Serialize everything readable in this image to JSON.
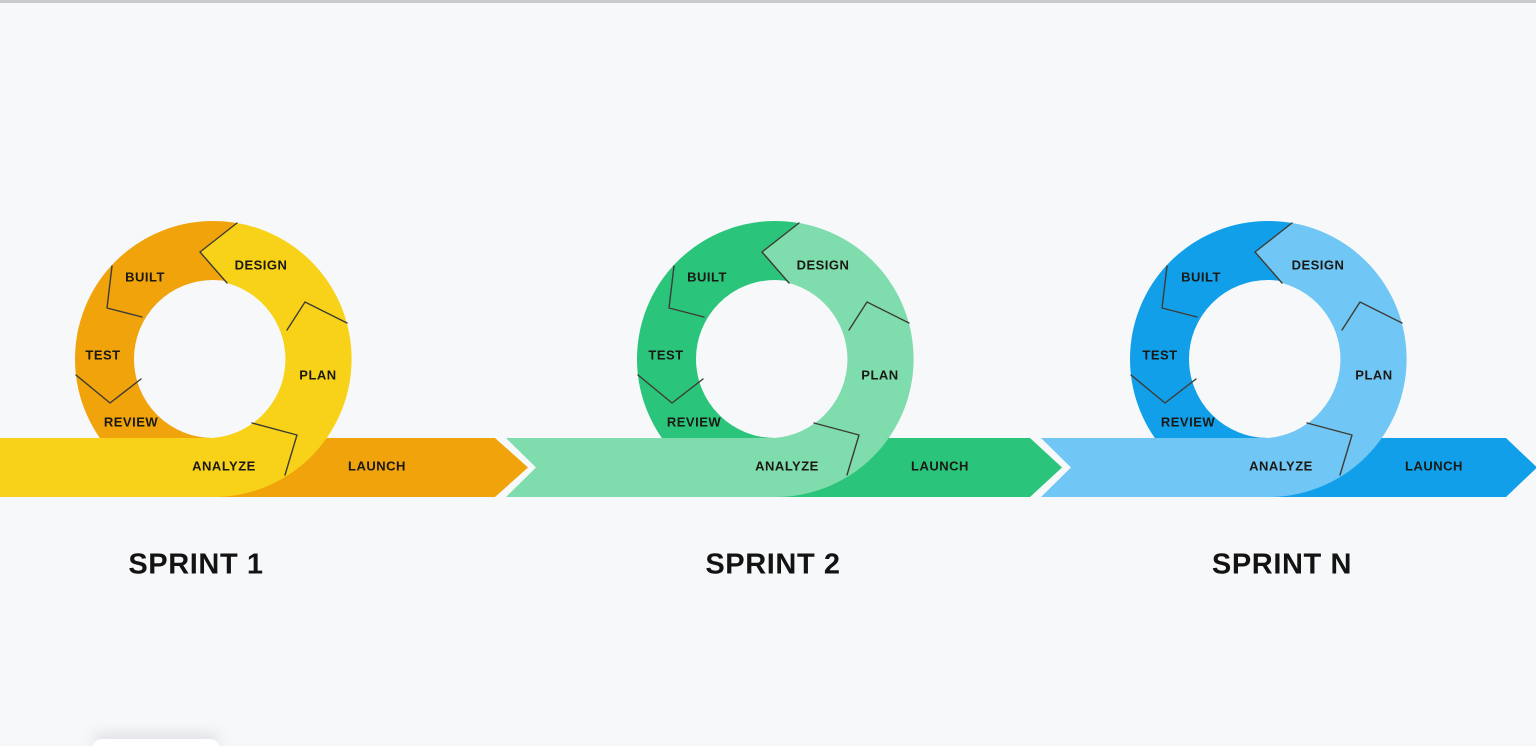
{
  "meta": {
    "background": "#F7F8FA",
    "top_strip_color": "#C9CBCE",
    "divider_color": "#3E3C35",
    "label_color": "#1A1915"
  },
  "sprints": [
    {
      "title": "SPRINT 1",
      "theme": {
        "dark": "#F0A30B",
        "light": "#F8D219"
      },
      "steps": [
        "BUILT",
        "DESIGN",
        "TEST",
        "PLAN",
        "REVIEW",
        "ANALYZE",
        "LAUNCH"
      ]
    },
    {
      "title": "SPRINT 2",
      "theme": {
        "dark": "#2BC47B",
        "light": "#7FDCAC"
      },
      "steps": [
        "BUILT",
        "DESIGN",
        "TEST",
        "PLAN",
        "REVIEW",
        "ANALYZE",
        "LAUNCH"
      ]
    },
    {
      "title": "SPRINT N",
      "theme": {
        "dark": "#119FE9",
        "light": "#70C6F4"
      },
      "steps": [
        "BUILT",
        "DESIGN",
        "TEST",
        "PLAN",
        "REVIEW",
        "ANALYZE",
        "LAUNCH"
      ]
    }
  ]
}
